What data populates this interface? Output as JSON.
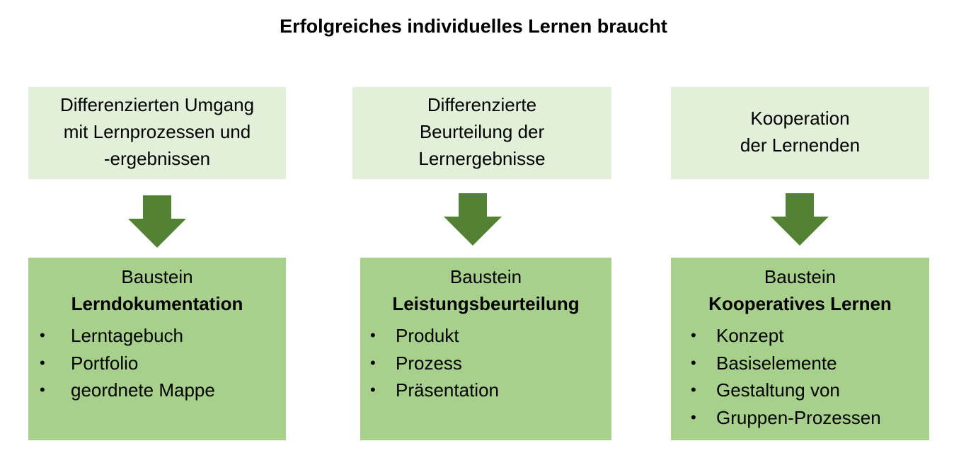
{
  "title": "Erfolgreiches individuelles Lernen braucht",
  "colors": {
    "top_box": "#e2efd9",
    "bottom_box": "#a8d08d",
    "arrow": "#548235"
  },
  "columns": [
    {
      "requirement": "Differenzierten Umgang\nmit Lernprozessen und\n-ergebnissen",
      "block_label": "Baustein",
      "block_name": "Lerndokumentation",
      "items": [
        "Lerntagebuch",
        "Portfolio",
        "geordnete Mappe"
      ]
    },
    {
      "requirement": "Differenzierte\nBeurteilung der\nLernergebnisse",
      "block_label": "Baustein",
      "block_name": "Leistungsbeurteilung",
      "items": [
        "Produkt",
        "Prozess",
        "Präsentation"
      ]
    },
    {
      "requirement": "Kooperation\nder Lernenden",
      "block_label": "Baustein",
      "block_name": "Kooperatives Lernen",
      "items": [
        "Konzept",
        "Basiselemente",
        "Gestaltung von",
        "Gruppen-Prozessen"
      ]
    }
  ],
  "bullet_glyph": "•"
}
